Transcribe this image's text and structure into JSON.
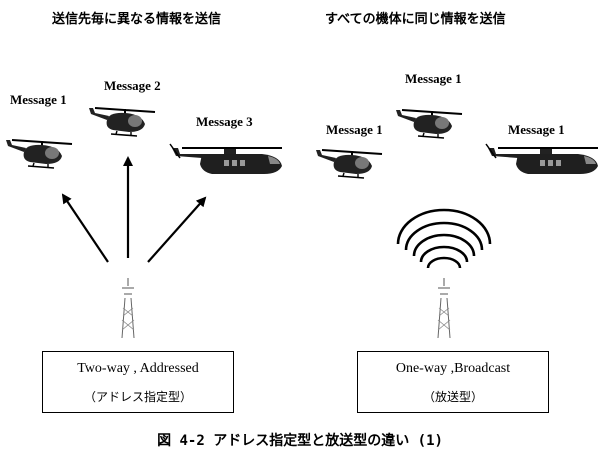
{
  "left_panel": {
    "heading": "送信先毎に異なる情報を送信",
    "messages": [
      "Message 1",
      "Message 2",
      "Message 3"
    ],
    "box_line1": "Two-way , Addressed",
    "box_line2": "（アドレス指定型）"
  },
  "right_panel": {
    "heading": "すべての機体に同じ情報を送信",
    "messages": [
      "Message 1",
      "Message 1",
      "Message 1"
    ],
    "box_line1": "One-way ,Broadcast",
    "box_line2": "（放送型）"
  },
  "caption": "図 4-2 アドレス指定型と放送型の違い (1)"
}
